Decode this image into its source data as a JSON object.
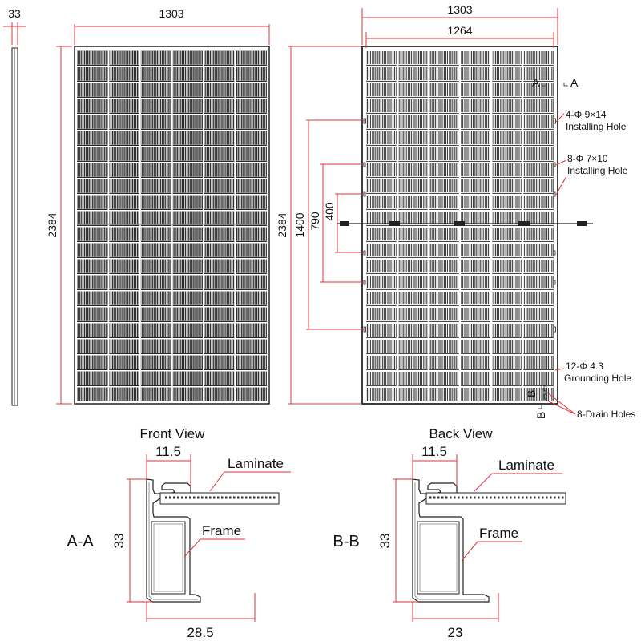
{
  "side_view": {
    "thickness": "33"
  },
  "front_panel": {
    "width": "1303",
    "height": "2384"
  },
  "back_panel": {
    "width": "1303",
    "inner_width": "1264",
    "height": "2384",
    "dim_1400": "1400",
    "dim_790": "790",
    "dim_400": "400",
    "section_a_marker": "A",
    "section_a_label": "A",
    "section_b_marker": "B",
    "section_b_label": "B",
    "callouts": {
      "installing_hole_large_line1": "4-Φ 9×14",
      "installing_hole_large_line2": "Installing Hole",
      "installing_hole_small_line1": "8-Φ 7×10",
      "installing_hole_small_line2": "Installing Hole",
      "grounding_hole_line1": "12-Φ 4.3",
      "grounding_hole_line2": "Grounding Hole",
      "drain_holes": "8-Drain Holes"
    }
  },
  "section_aa": {
    "view_title": "Front View",
    "section_label": "A-A",
    "top_dim": "11.5",
    "height_dim": "33",
    "bottom_dim": "28.5",
    "laminate_label": "Laminate",
    "frame_label": "Frame"
  },
  "section_bb": {
    "view_title": "Back View",
    "section_label": "B-B",
    "top_dim": "11.5",
    "height_dim": "33",
    "bottom_dim": "23",
    "laminate_label": "Laminate",
    "frame_label": "Frame"
  },
  "colors": {
    "dimension_line": "#d9343a",
    "outline": "#222222",
    "cell_line": "#2a2a2a"
  }
}
